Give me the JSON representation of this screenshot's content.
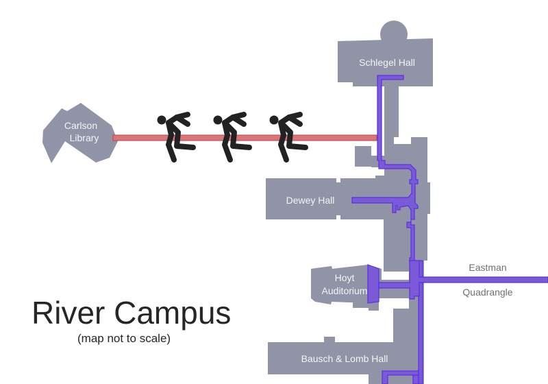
{
  "map": {
    "title": "River Campus",
    "subtitle": "(map not to scale)",
    "buildings": {
      "schlegel": "Schlegel Hall",
      "carlson_line1": "Carlson",
      "carlson_line2": "Library",
      "dewey": "Dewey Hall",
      "hoyt_line1": "Hoyt",
      "hoyt_line2": "Auditorium",
      "bausch": "Bausch & Lomb Hall"
    },
    "eastman_line1": "Eastman",
    "eastman_line2": "Quadrangle",
    "runner_count": 3,
    "icons": [
      "running-person-icon",
      "running-person-icon",
      "running-person-icon"
    ],
    "colors": {
      "building": "#9193a6",
      "tunnel": "#7a5ad6",
      "bridge": "#d9767a",
      "title": "#262626"
    }
  }
}
